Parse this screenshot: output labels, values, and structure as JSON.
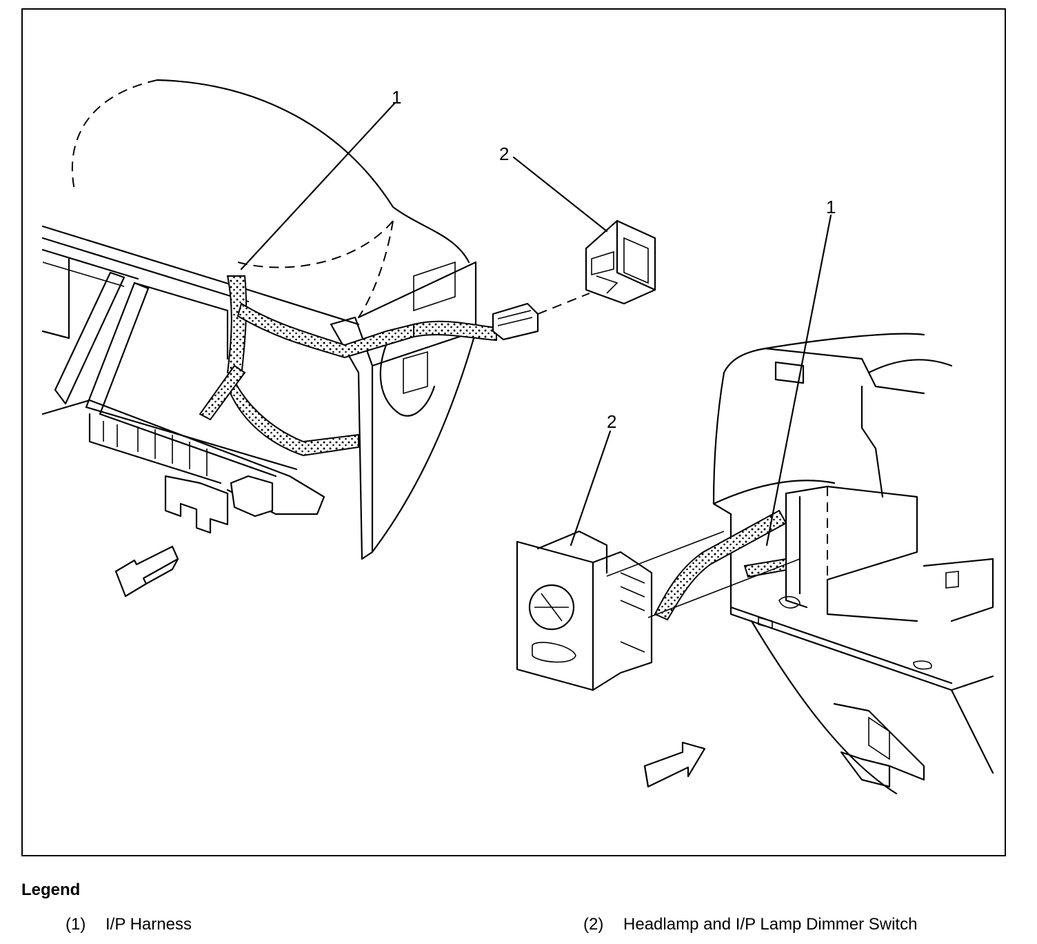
{
  "figure": {
    "callouts": [
      {
        "id": "callout-1-left",
        "label": "1"
      },
      {
        "id": "callout-2-top",
        "label": "2"
      },
      {
        "id": "callout-1-right",
        "label": "1"
      },
      {
        "id": "callout-2-lower",
        "label": "2"
      }
    ]
  },
  "legend": {
    "title": "Legend",
    "items": [
      {
        "number": "(1)",
        "text": "I/P Harness"
      },
      {
        "number": "(2)",
        "text": "Headlamp and I/P Lamp Dimmer Switch"
      }
    ]
  }
}
